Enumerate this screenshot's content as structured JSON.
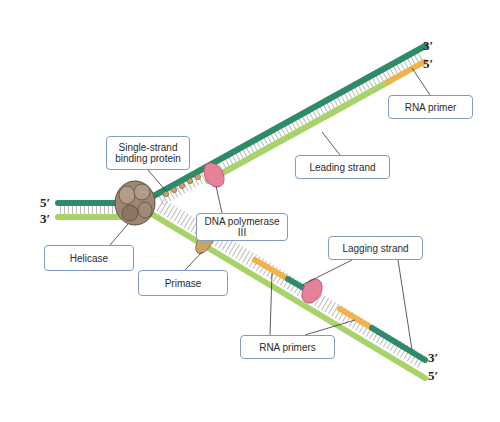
{
  "diagram": {
    "nodes": [
      {
        "text": [
          "RNA primer"
        ]
      },
      {
        "text": [
          "Leading strand"
        ]
      },
      {
        "text": [
          "Single-strand binding protein"
        ]
      },
      {
        "text": [
          "DNA polymerase III"
        ]
      },
      {
        "text": [
          "Helicase"
        ]
      },
      {
        "text": [
          "Primase"
        ]
      },
      {
        "text": [
          "Lagging strand"
        ]
      },
      {
        "text": [
          "RNA primers"
        ]
      }
    ],
    "labels": [
      "3′",
      "5′",
      "5′",
      "3′",
      "3′",
      "5′"
    ]
  }
}
